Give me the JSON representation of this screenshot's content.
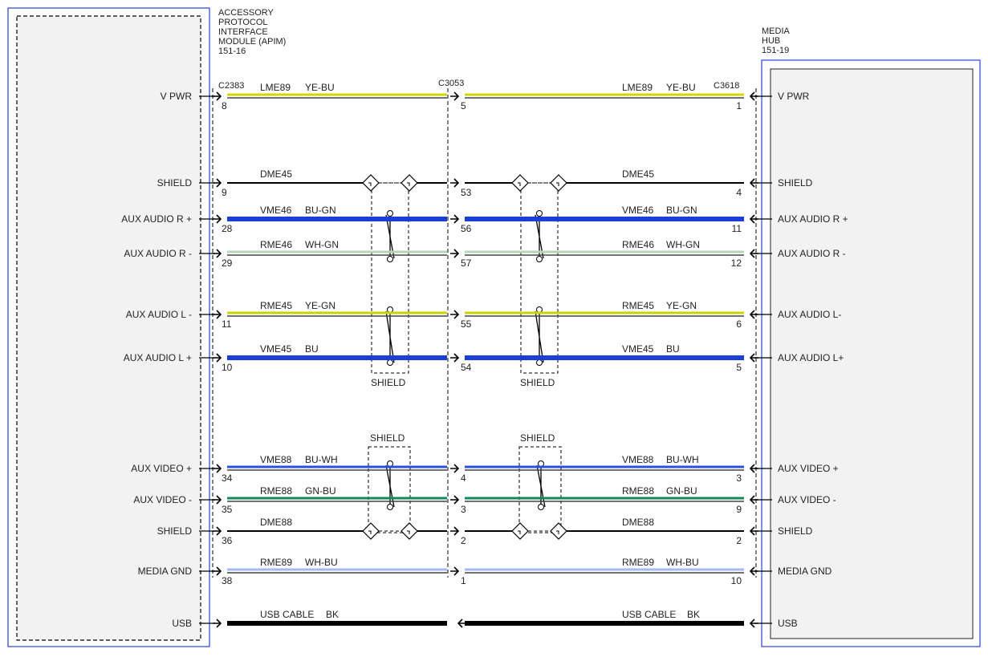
{
  "left_module": {
    "title_lines": [
      "ACCESSORY",
      "PROTOCOL",
      "INTERFACE",
      "MODULE (APIM)",
      "151-16"
    ],
    "connector": "C2383"
  },
  "right_module": {
    "title_lines": [
      "MEDIA",
      "HUB",
      "151-19"
    ],
    "connector": "C3618"
  },
  "inline_connector": "C3053",
  "colors": {
    "YE-BU": "#d4d400",
    "BU-GN": "#1a3fd6",
    "WH-GN": "#b8d4b8",
    "YE-GN": "#c8d400",
    "BU": "#1a3fd6",
    "BU-WH": "#2a50e0",
    "GN-BU": "#0f8a5a",
    "WH-BU": "#a8b8f0",
    "BK": "#000000",
    "frame_blue": "#2b3fd6"
  },
  "rows": [
    {
      "left_label": "V PWR",
      "right_label": "V PWR",
      "circuit": "LME89",
      "color": "YE-BU",
      "pin_left": "8",
      "pin_mid_left": "5",
      "pin_right": "1",
      "type": "pair"
    },
    {
      "left_label": "SHIELD",
      "right_label": "SHIELD",
      "circuit": "DME45",
      "color": "",
      "pin_left": "9",
      "pin_mid_left": "53",
      "pin_right": "4",
      "type": "shield"
    },
    {
      "left_label": "AUX AUDIO R +",
      "right_label": "AUX AUDIO R +",
      "circuit": "VME46",
      "color": "BU-GN",
      "pin_left": "28",
      "pin_mid_left": "56",
      "pin_right": "11",
      "type": "solid"
    },
    {
      "left_label": "AUX AUDIO R -",
      "right_label": "AUX AUDIO R -",
      "circuit": "RME46",
      "color": "WH-GN",
      "pin_left": "29",
      "pin_mid_left": "57",
      "pin_right": "12",
      "type": "pair"
    },
    {
      "left_label": "AUX AUDIO L -",
      "right_label": "AUX AUDIO L-",
      "circuit": "RME45",
      "color": "YE-GN",
      "pin_left": "11",
      "pin_mid_left": "55",
      "pin_right": "6",
      "type": "pair"
    },
    {
      "left_label": "AUX AUDIO L +",
      "right_label": "AUX AUDIO L+",
      "circuit": "VME45",
      "color": "BU",
      "pin_left": "10",
      "pin_mid_left": "54",
      "pin_right": "5",
      "type": "solid"
    },
    {
      "left_label": "AUX VIDEO +",
      "right_label": "AUX VIDEO +",
      "circuit": "VME88",
      "color": "BU-WH",
      "pin_left": "34",
      "pin_mid_left": "4",
      "pin_right": "3",
      "type": "pair"
    },
    {
      "left_label": "AUX VIDEO -",
      "right_label": "AUX VIDEO -",
      "circuit": "RME88",
      "color": "GN-BU",
      "pin_left": "35",
      "pin_mid_left": "3",
      "pin_right": "9",
      "type": "pair"
    },
    {
      "left_label": "SHIELD",
      "right_label": "SHIELD",
      "circuit": "DME88",
      "color": "",
      "pin_left": "36",
      "pin_mid_left": "2",
      "pin_right": "2",
      "type": "shield"
    },
    {
      "left_label": "MEDIA GND",
      "right_label": "MEDIA GND",
      "circuit": "RME89",
      "color": "WH-BU",
      "pin_left": "38",
      "pin_mid_left": "1",
      "pin_right": "10",
      "type": "pair"
    },
    {
      "left_label": "USB",
      "right_label": "USB",
      "circuit": "USB CABLE",
      "color": "BK",
      "pin_left": "",
      "pin_mid_left": "",
      "pin_right": "",
      "type": "usb"
    }
  ],
  "shield_label": "SHIELD"
}
